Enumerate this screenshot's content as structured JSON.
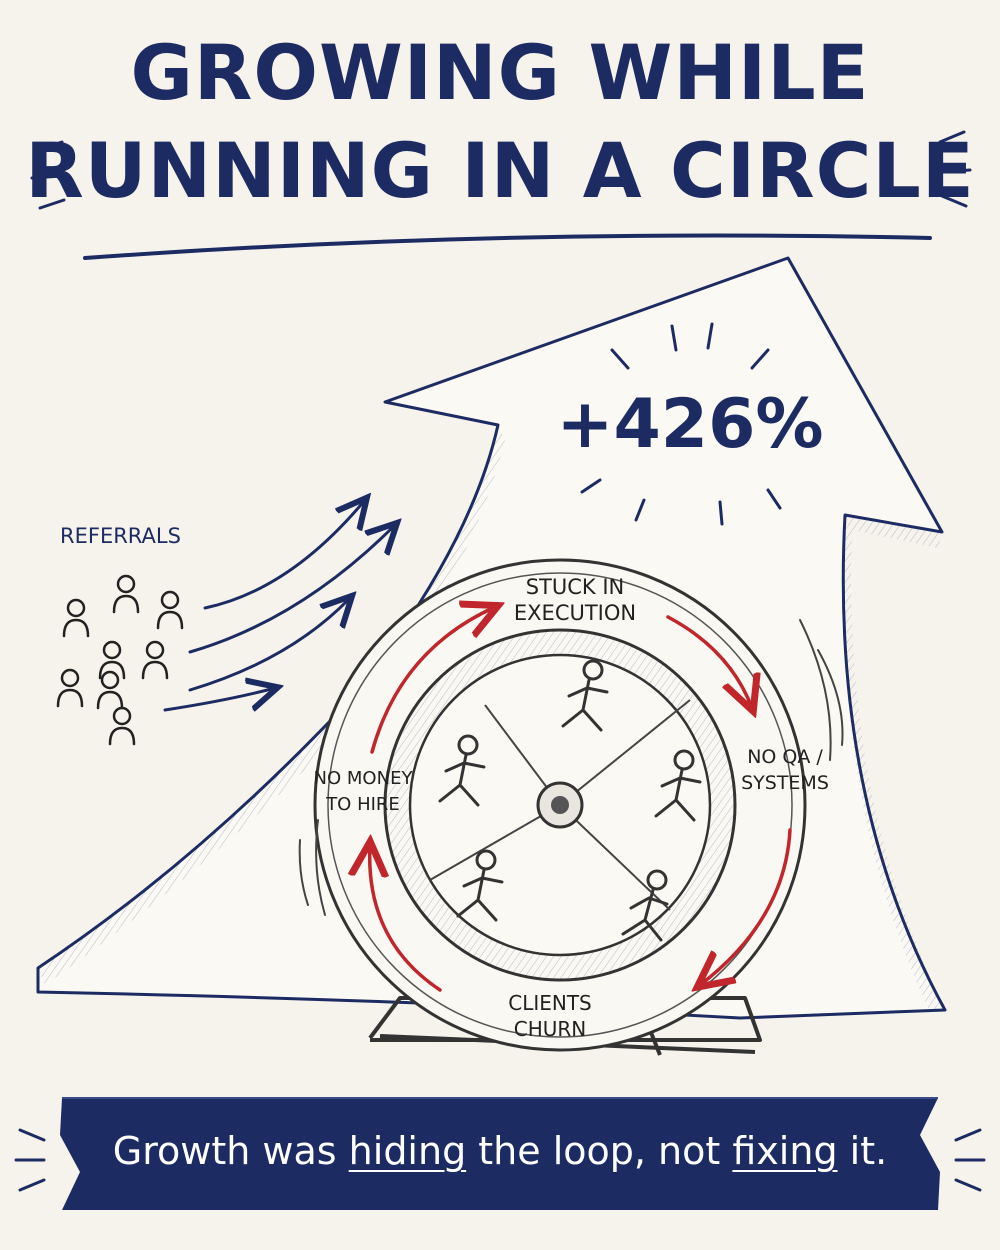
{
  "title": {
    "line1": "GROWING WHILE",
    "line2": "RUNNING IN A CIRCLE"
  },
  "growth_stat": "+426%",
  "referrals": {
    "label": "REFERRALS"
  },
  "wheel": {
    "top": {
      "line1": "STUCK IN",
      "line2": "EXECUTION"
    },
    "right": {
      "line1": "NO QA /",
      "line2": "SYSTEMS"
    },
    "bottom": {
      "line1": "CLIENTS",
      "line2": "CHURN"
    },
    "left": {
      "line1": "NO MONEY",
      "line2": "TO HIRE"
    }
  },
  "banner": {
    "part1": "Growth was ",
    "emph1": "hiding",
    "part2": " the loop, not ",
    "emph2": "fixing",
    "part3": " it."
  },
  "colors": {
    "navy": "#1d2b63",
    "red": "#c0262b",
    "paper": "#f6f3ec"
  }
}
